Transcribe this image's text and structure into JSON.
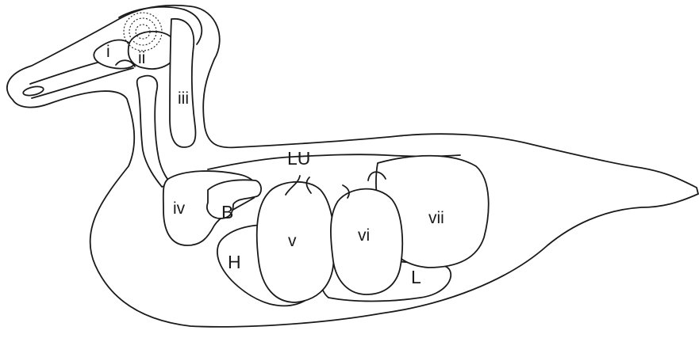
{
  "figure": {
    "labels": {
      "i": "i",
      "ii": "ii",
      "iii": "iii",
      "iv": "iv",
      "v": "v",
      "vi": "vi",
      "vii": "vii",
      "lung": "LU",
      "bronchi": "B",
      "heart": "H",
      "liver": "L"
    }
  }
}
